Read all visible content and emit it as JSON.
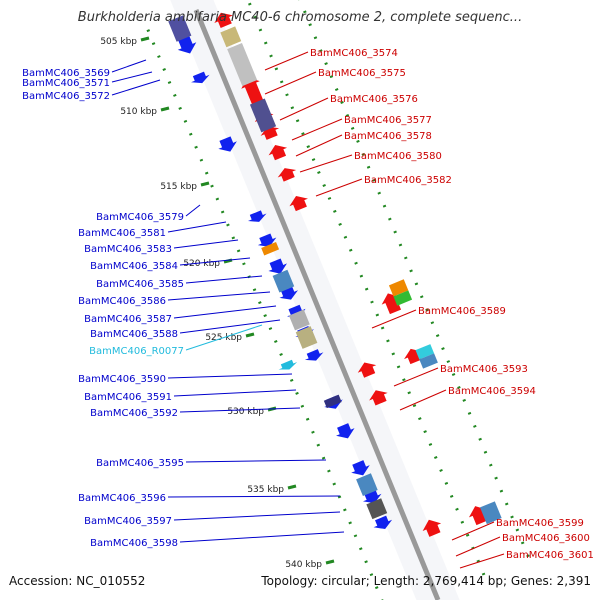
{
  "title": "Burkholderia ambifaria MC40-6 chromosome 2, complete sequenc...",
  "footer": {
    "accession": "Accession: NC_010552",
    "topology": "Topology: circular; Length: 2,769,414 bp; Genes: 2,391"
  },
  "colors": {
    "forward_label": "#0000cc",
    "reverse_label": "#cc0000",
    "rna_label": "#22bbdd",
    "backbone": "#999999",
    "tick": "#228822"
  },
  "scale": {
    "unit": "kbp",
    "ticks": [
      "505 kbp",
      "510 kbp",
      "515 kbp",
      "520 kbp",
      "525 kbp",
      "530 kbp",
      "535 kbp",
      "540 kbp"
    ]
  },
  "left_labels": [
    {
      "text": "BamMC406_3569",
      "color": "#0000cc"
    },
    {
      "text": "BamMC406_3571",
      "color": "#0000cc"
    },
    {
      "text": "BamMC406_3572",
      "color": "#0000cc"
    },
    {
      "text": "BamMC406_3579",
      "color": "#0000cc"
    },
    {
      "text": "BamMC406_3581",
      "color": "#0000cc"
    },
    {
      "text": "BamMC406_3583",
      "color": "#0000cc"
    },
    {
      "text": "BamMC406_3584",
      "color": "#0000cc"
    },
    {
      "text": "BamMC406_3585",
      "color": "#0000cc"
    },
    {
      "text": "BamMC406_3586",
      "color": "#0000cc"
    },
    {
      "text": "BamMC406_3587",
      "color": "#0000cc"
    },
    {
      "text": "BamMC406_3588",
      "color": "#0000cc"
    },
    {
      "text": "BamMC406_R0077",
      "color": "#22bbdd"
    },
    {
      "text": "BamMC406_3590",
      "color": "#0000cc"
    },
    {
      "text": "BamMC406_3591",
      "color": "#0000cc"
    },
    {
      "text": "BamMC406_3592",
      "color": "#0000cc"
    },
    {
      "text": "BamMC406_3595",
      "color": "#0000cc"
    },
    {
      "text": "BamMC406_3596",
      "color": "#0000cc"
    },
    {
      "text": "BamMC406_3597",
      "color": "#0000cc"
    },
    {
      "text": "BamMC406_3598",
      "color": "#0000cc"
    }
  ],
  "right_labels": [
    {
      "text": "BamMC406_3574",
      "color": "#cc0000"
    },
    {
      "text": "BamMC406_3575",
      "color": "#cc0000"
    },
    {
      "text": "BamMC406_3576",
      "color": "#cc0000"
    },
    {
      "text": "BamMC406_3577",
      "color": "#cc0000"
    },
    {
      "text": "BamMC406_3578",
      "color": "#cc0000"
    },
    {
      "text": "BamMC406_3580",
      "color": "#cc0000"
    },
    {
      "text": "BamMC406_3582",
      "color": "#cc0000"
    },
    {
      "text": "BamMC406_3589",
      "color": "#cc0000"
    },
    {
      "text": "BamMC406_3593",
      "color": "#cc0000"
    },
    {
      "text": "BamMC406_3594",
      "color": "#cc0000"
    },
    {
      "text": "BamMC406_3599",
      "color": "#cc0000"
    },
    {
      "text": "BamMC406_3600",
      "color": "#cc0000"
    },
    {
      "text": "BamMC406_3601",
      "color": "#cc0000"
    }
  ]
}
